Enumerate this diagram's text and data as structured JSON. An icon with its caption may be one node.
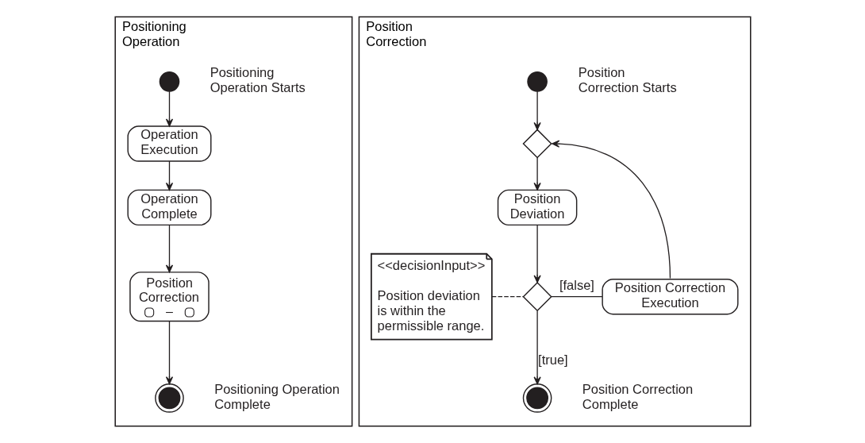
{
  "diagram": {
    "nodes": [
      {
        "text": [
          "Positioning Operation"
        ]
      },
      {
        "text": [],
        "shape": "circle",
        "in": 0,
        "beside": [
          "Positioning Operation Starts"
        ]
      },
      {
        "text": [
          "Operation Execution"
        ],
        "in": 0
      },
      {
        "text": [
          "Operation Complete"
        ],
        "in": 0
      },
      {
        "text": [
          "Position Correction"
        ],
        "in": 0
      },
      {
        "text": [],
        "shape": "circle",
        "in": 0,
        "beside": [
          "Positioning Operation Complete"
        ]
      },
      {
        "text": [
          "Position Correction"
        ]
      },
      {
        "text": [],
        "shape": "circle",
        "in": 6,
        "beside": [
          "Position Correction Starts"
        ]
      },
      {
        "text": [],
        "shape": "diamond",
        "in": 6
      },
      {
        "text": [
          "Position Deviation"
        ],
        "in": 6
      },
      {
        "text": [],
        "shape": "diamond",
        "in": 6
      },
      {
        "text": [
          "Position Correction Execution"
        ],
        "in": 6
      },
      {
        "text": [],
        "shape": "circle",
        "in": 6,
        "beside": [
          "Position Correction Complete"
        ]
      },
      {
        "text": [
          "<<decisionInput>>",
          "Position deviation is within the permissible range."
        ],
        "in": 6
      }
    ],
    "edges": [
      {
        "from": 1,
        "to": 2,
        "arrow": "to"
      },
      {
        "from": 2,
        "to": 3,
        "arrow": "to"
      },
      {
        "from": 3,
        "to": 4,
        "arrow": "to"
      },
      {
        "from": 4,
        "to": 5,
        "arrow": "to"
      },
      {
        "from": 7,
        "to": 8,
        "arrow": "to"
      },
      {
        "from": 8,
        "to": 9,
        "arrow": "to"
      },
      {
        "from": 9,
        "to": 10,
        "arrow": "to"
      },
      {
        "from": 10,
        "to": 11,
        "arrow": "none",
        "label": "[false]"
      },
      {
        "from": 11,
        "to": 8,
        "arrow": "to"
      },
      {
        "from": 10,
        "to": 12,
        "arrow": "to",
        "label": "[true]"
      },
      {
        "from": 13,
        "to": 10,
        "arrow": "none",
        "style": "dashed"
      }
    ]
  }
}
